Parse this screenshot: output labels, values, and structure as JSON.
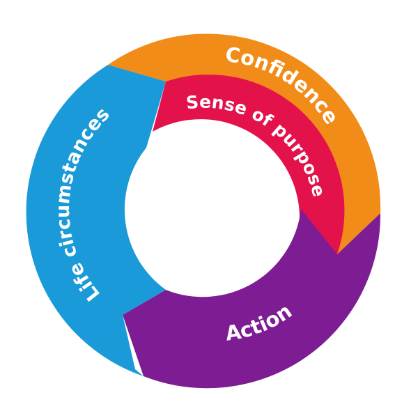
{
  "segments": [
    {
      "id": "confidence",
      "label": "Confidence",
      "color": "#F28C18"
    },
    {
      "id": "purpose",
      "label": "Sense of purpose",
      "color": "#E3124B"
    },
    {
      "id": "action",
      "label": "Action",
      "color": "#7E1C93"
    },
    {
      "id": "life",
      "label": "Life circumstances",
      "color": "#1A9AD8"
    }
  ]
}
